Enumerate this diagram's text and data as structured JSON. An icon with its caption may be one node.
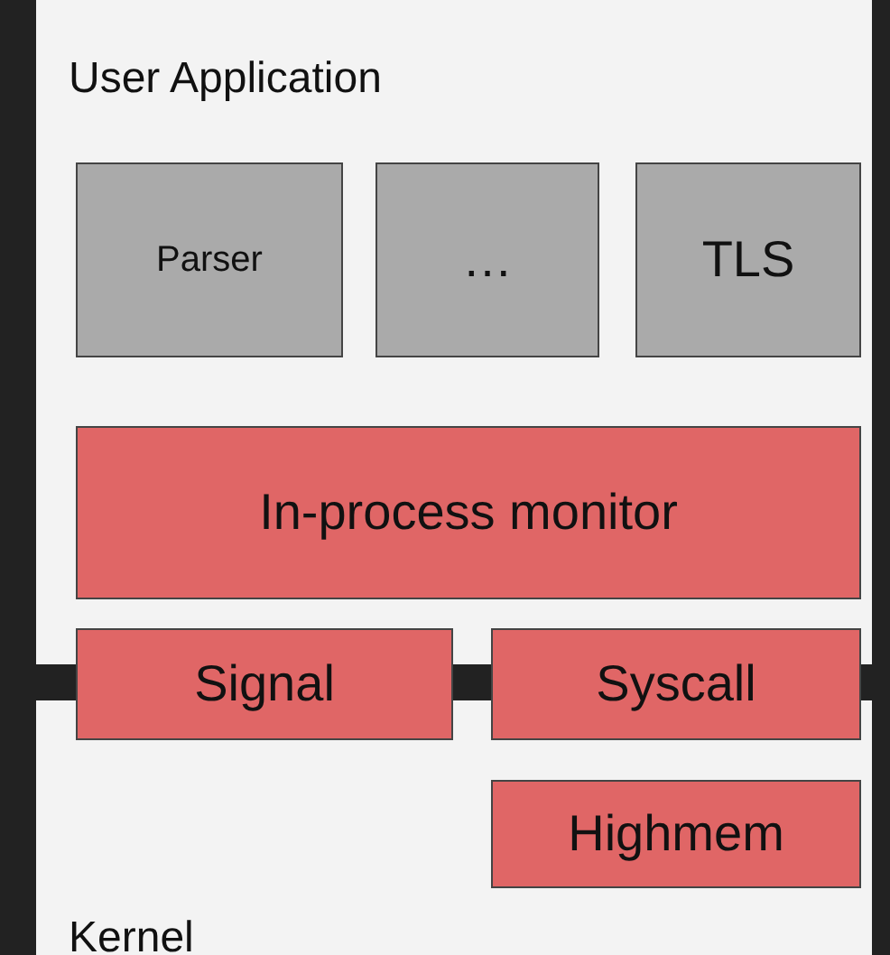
{
  "diagram": {
    "nodes": [
      {
        "text": [
          "User Application"
        ]
      },
      {
        "text": [
          "Parser"
        ],
        "in": 0
      },
      {
        "text": [
          "…"
        ],
        "in": 0
      },
      {
        "text": [
          "TLS"
        ],
        "in": 0
      },
      {
        "text": [
          "In-process monitor"
        ],
        "in": 0
      },
      {
        "text": [
          "Kernel"
        ]
      },
      {
        "text": [
          "Signal"
        ]
      },
      {
        "text": [
          "Syscall"
        ]
      },
      {
        "text": [
          "Highmem"
        ],
        "in": 5
      }
    ]
  }
}
